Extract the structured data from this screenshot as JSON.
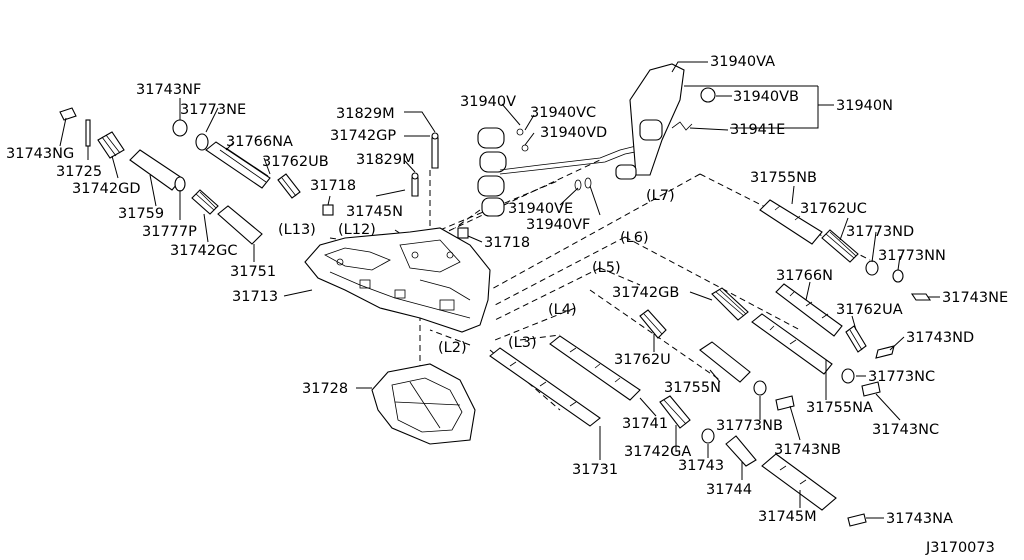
{
  "diagram": {
    "labels": {
      "p31940VA": "31940VA",
      "p31940VB": "31940VB",
      "p31940N": "31940N",
      "p31940V": "31940V",
      "p31940VC": "31940VC",
      "p31940VD": "31940VD",
      "p31941E": "31941E",
      "p31940VE": "31940VE",
      "p31940VF": "31940VF",
      "p31829M_a": "31829M",
      "p31742GP": "31742GP",
      "p31829M_b": "31829M",
      "p31745N": "31745N",
      "p31718_a": "31718",
      "p31718_b": "31718",
      "p31743NF": "31743NF",
      "p31773NE": "31773NE",
      "p31766NA": "31766NA",
      "p31762UB": "31762UB",
      "p31743NG": "31743NG",
      "p31725": "31725",
      "p31742GD": "31742GD",
      "p31759": "31759",
      "p31777P": "31777P",
      "p31742GC": "31742GC",
      "p31751": "31751",
      "p31713": "31713",
      "p31728": "31728",
      "p31755NB": "31755NB",
      "p31762UC": "31762UC",
      "p31773ND": "31773ND",
      "p31773NN": "31773NN",
      "p31743NE": "31743NE",
      "p31766N": "31766N",
      "p31762UA": "31762UA",
      "p31743ND": "31743ND",
      "p31742GB": "31742GB",
      "p31762U": "31762U",
      "p31755N": "31755N",
      "p31773NC": "31773NC",
      "p31755NA": "31755NA",
      "p31743NC": "31743NC",
      "p31773NB": "31773NB",
      "p31743NB": "31743NB",
      "p31741": "31741",
      "p31742GA": "31742GA",
      "p31743": "31743",
      "p31744": "31744",
      "p31745M": "31745M",
      "p31743NA": "31743NA",
      "p31731": "31731",
      "L2": "(L2)",
      "L3": "(L3)",
      "L4": "(L4)",
      "L5": "(L5)",
      "L6": "(L6)",
      "L7": "(L7)",
      "L12": "(L12)",
      "L13": "(L13)",
      "figure_id": "J3170073"
    }
  }
}
